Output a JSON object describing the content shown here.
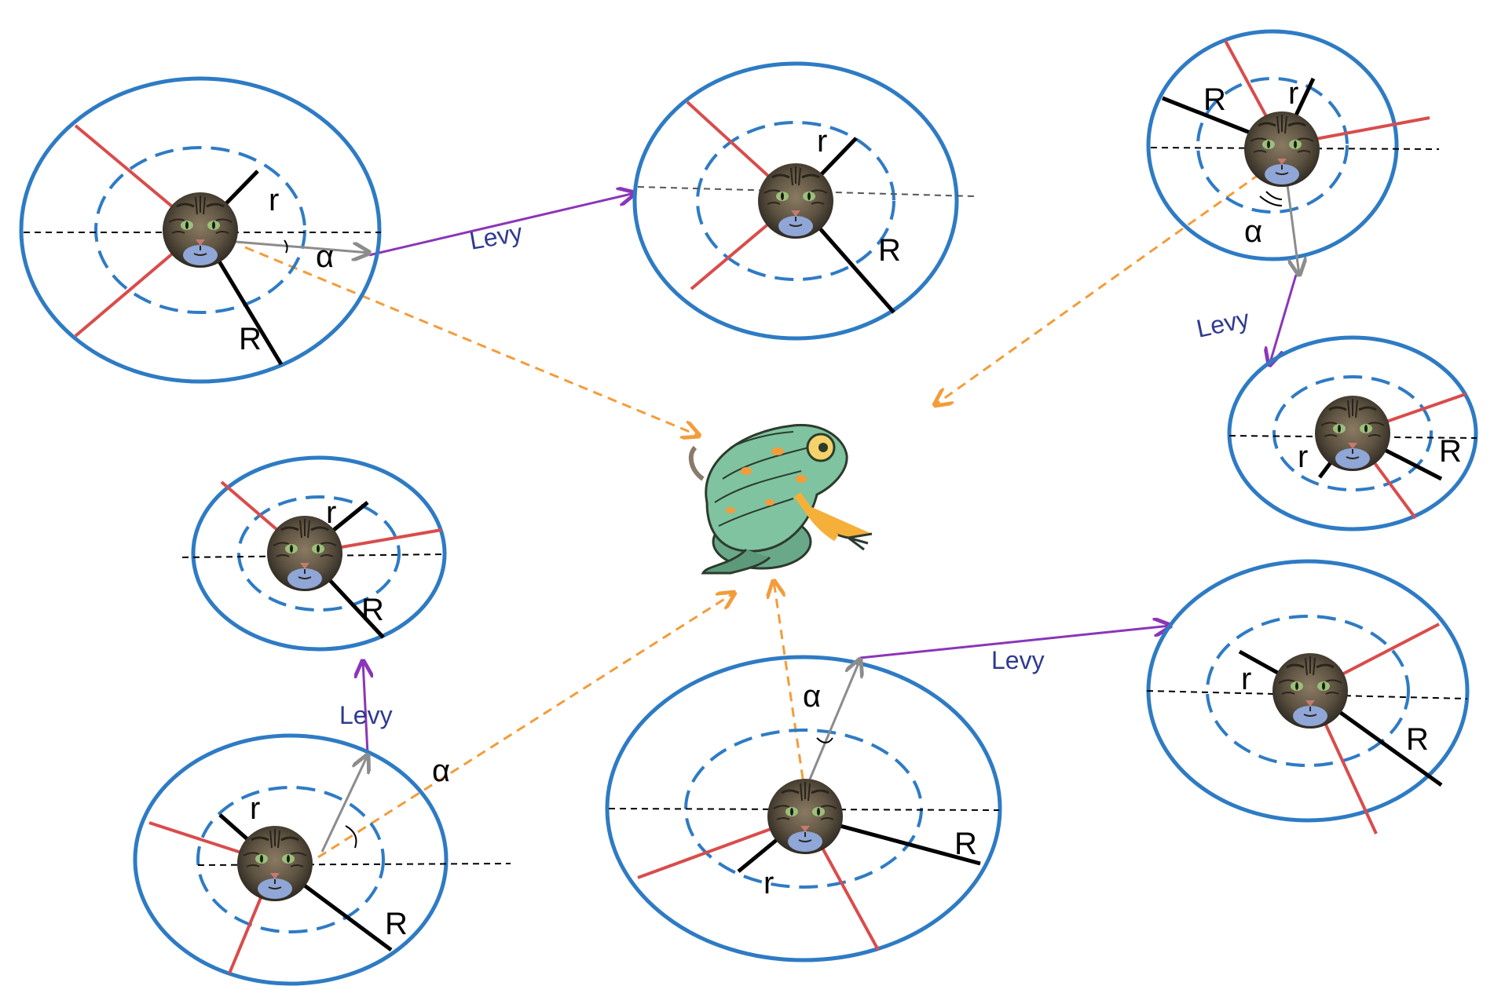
{
  "labels": {
    "levy": "Levy",
    "alpha": "α",
    "big_r": "R",
    "small_r": "r"
  },
  "colors": {
    "outer_ring": "#2e7bc4",
    "inner_ring": "#2e7bc4",
    "seeking_ray": "#d94c4c",
    "radius_line": "#000000",
    "levy_arrow": "#8b35b8",
    "prey_arrow": "#f39c3a",
    "direction_arrow": "#8c8c8c",
    "levy_text": "#2f3a8f"
  },
  "icons": {
    "agent": "cat-face-icon",
    "prey": "frog-icon"
  }
}
